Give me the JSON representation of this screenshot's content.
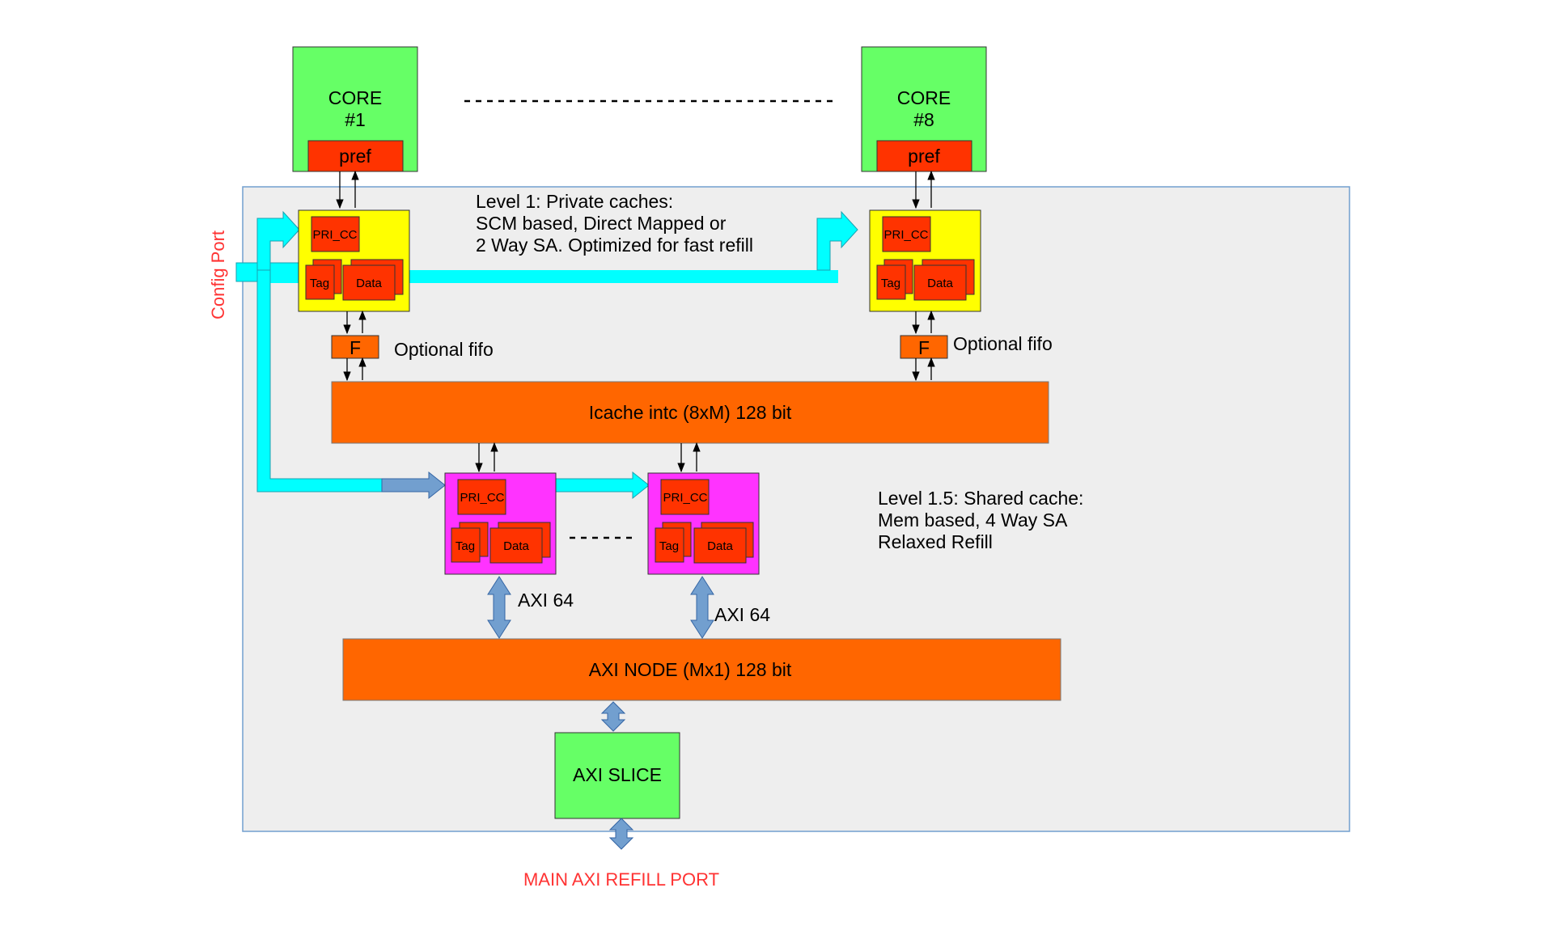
{
  "colors": {
    "core": "#66ff66",
    "pref": "#ff3300",
    "l1_cache": "#ffff00",
    "l15_cache": "#ff33ff",
    "inner": "#ff3300",
    "interconnect": "#ff6600",
    "config_bus": "#00ffff",
    "axi_arrow": "#729fcf",
    "panel": "#eeeeee",
    "red_text": "#ff3333"
  },
  "cores": [
    {
      "line1": "CORE",
      "line2": "#1",
      "pref": "pref"
    },
    {
      "line1": "CORE",
      "line2": "#8",
      "pref": "pref"
    }
  ],
  "l1_caches": [
    {
      "pri": "PRI_CC",
      "tag": "Tag",
      "data": "Data"
    },
    {
      "pri": "PRI_CC",
      "tag": "Tag",
      "data": "Data"
    }
  ],
  "l15_caches": [
    {
      "pri": "PRI_CC",
      "tag": "Tag",
      "data": "Data"
    },
    {
      "pri": "PRI_CC",
      "tag": "Tag",
      "data": "Data"
    }
  ],
  "fifos": [
    {
      "label": "F",
      "note": "Optional fifo"
    },
    {
      "label": "F",
      "note": "Optional fifo"
    }
  ],
  "level1_note": [
    "Level 1: Private caches:",
    "SCM based, Direct Mapped or",
    "2 Way SA. Optimized for fast refill"
  ],
  "level15_note": [
    "Level 1.5: Shared cache:",
    "Mem based, 4 Way SA",
    "Relaxed Refill"
  ],
  "icache_intc": "Icache intc (8xM) 128 bit",
  "axi_labels": [
    "AXI 64",
    "AXI 64"
  ],
  "axi_node": "AXI NODE  (Mx1) 128 bit",
  "axi_slice": "AXI SLICE",
  "config_port": "Config Port",
  "main_port": "MAIN AXI REFILL PORT"
}
